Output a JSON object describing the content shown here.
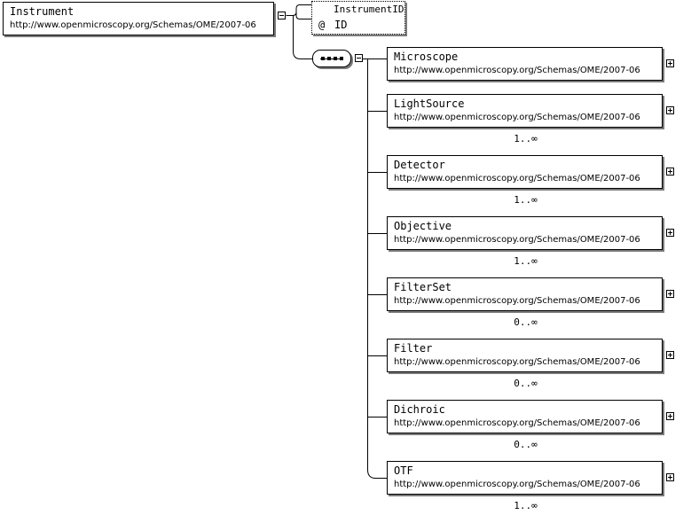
{
  "root": {
    "name": "Instrument",
    "namespace": "http://www.openmicroscopy.org/Schemas/OME/2007-06"
  },
  "attribute_group": {
    "title": "InstrumentID",
    "at_symbol": "@",
    "attribute": "ID"
  },
  "children": [
    {
      "name": "Microscope",
      "namespace": "http://www.openmicroscopy.org/Schemas/OME/2007-06",
      "cardinality": ""
    },
    {
      "name": "LightSource",
      "namespace": "http://www.openmicroscopy.org/Schemas/OME/2007-06",
      "cardinality": "1..∞"
    },
    {
      "name": "Detector",
      "namespace": "http://www.openmicroscopy.org/Schemas/OME/2007-06",
      "cardinality": "1..∞"
    },
    {
      "name": "Objective",
      "namespace": "http://www.openmicroscopy.org/Schemas/OME/2007-06",
      "cardinality": "1..∞"
    },
    {
      "name": "FilterSet",
      "namespace": "http://www.openmicroscopy.org/Schemas/OME/2007-06",
      "cardinality": "0..∞"
    },
    {
      "name": "Filter",
      "namespace": "http://www.openmicroscopy.org/Schemas/OME/2007-06",
      "cardinality": "0..∞"
    },
    {
      "name": "Dichroic",
      "namespace": "http://www.openmicroscopy.org/Schemas/OME/2007-06",
      "cardinality": "0..∞"
    },
    {
      "name": "OTF",
      "namespace": "http://www.openmicroscopy.org/Schemas/OME/2007-06",
      "cardinality": "1..∞"
    }
  ]
}
